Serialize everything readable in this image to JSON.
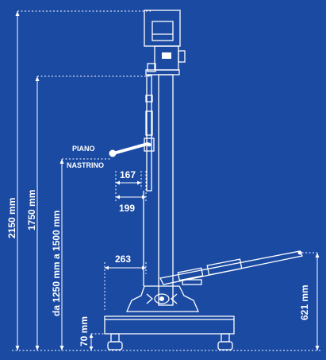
{
  "labels": {
    "piano": "PIANO",
    "nastrino": "NASTRINO"
  },
  "dimensions": {
    "total_height": "2150 mm",
    "arm_height": "1750 mm",
    "range": "da 1250 mm a 1500 mm",
    "base_height": "70 mm",
    "right_height": "621 mm",
    "offset_263": "263",
    "offset_167": "167",
    "offset_199": "199"
  },
  "colors": {
    "background": "#1b4aa3",
    "line": "#ffffff"
  }
}
